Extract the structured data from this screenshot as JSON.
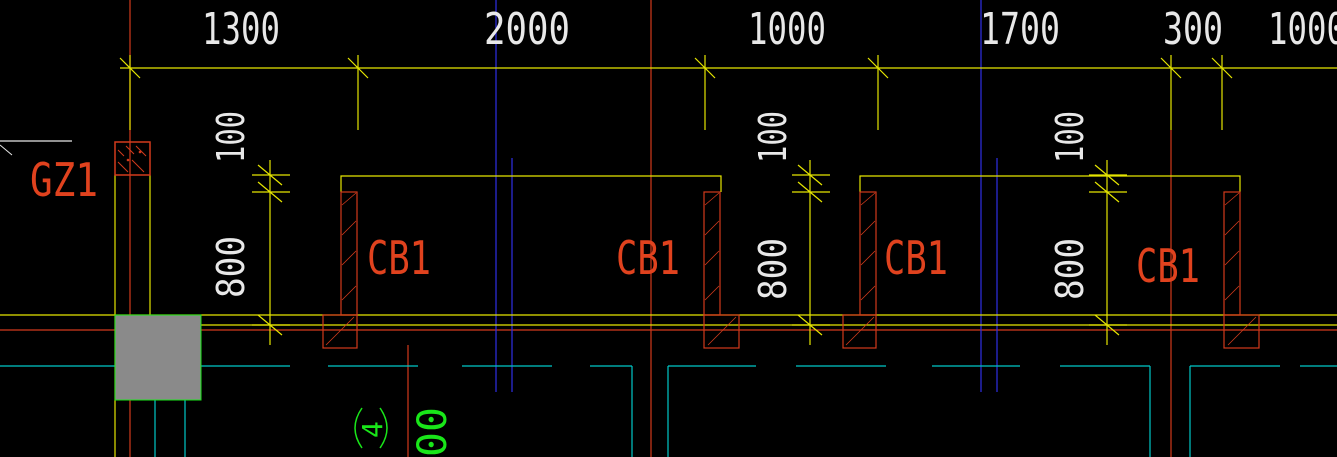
{
  "dimensions_top": [
    "1300",
    "2000",
    "1000",
    "1700",
    "300",
    "1000"
  ],
  "dimensions_vertical": {
    "upper": [
      "100",
      "100",
      "100"
    ],
    "lower": [
      "800",
      "800",
      "800"
    ]
  },
  "column_label": "GZ1",
  "beam_labels": [
    "CB1",
    "CB1",
    "CB1",
    "CB1"
  ],
  "annotation_green": {
    "circled": "4",
    "value": "00"
  },
  "colors": {
    "background": "#000000",
    "dimension": "#e8e8e8",
    "dim_line": "#e6e600",
    "axis_red": "#d23a1c",
    "axis_blue": "#2e2ee6",
    "label_red": "#e0421e",
    "wall_cyan": "#00c8c8",
    "annotation_green": "#19e619",
    "column_fill": "#8a8a8a"
  }
}
